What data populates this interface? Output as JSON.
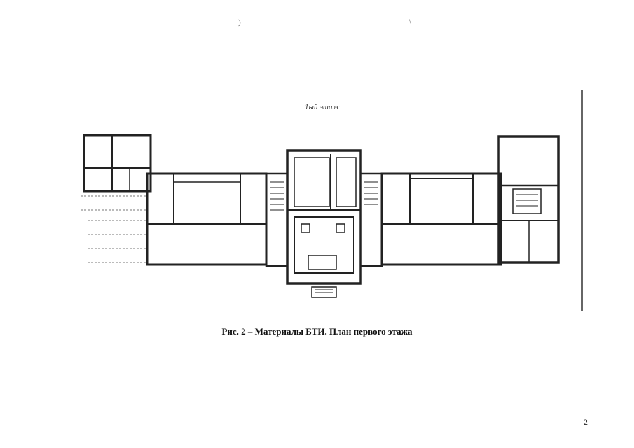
{
  "scan_marks": [
    ")",
    "\\"
  ],
  "plan": {
    "floor_label": "1ый этаж"
  },
  "caption": "Рис. 2 – Материалы БТИ. План первого этажа",
  "page_number": "2"
}
